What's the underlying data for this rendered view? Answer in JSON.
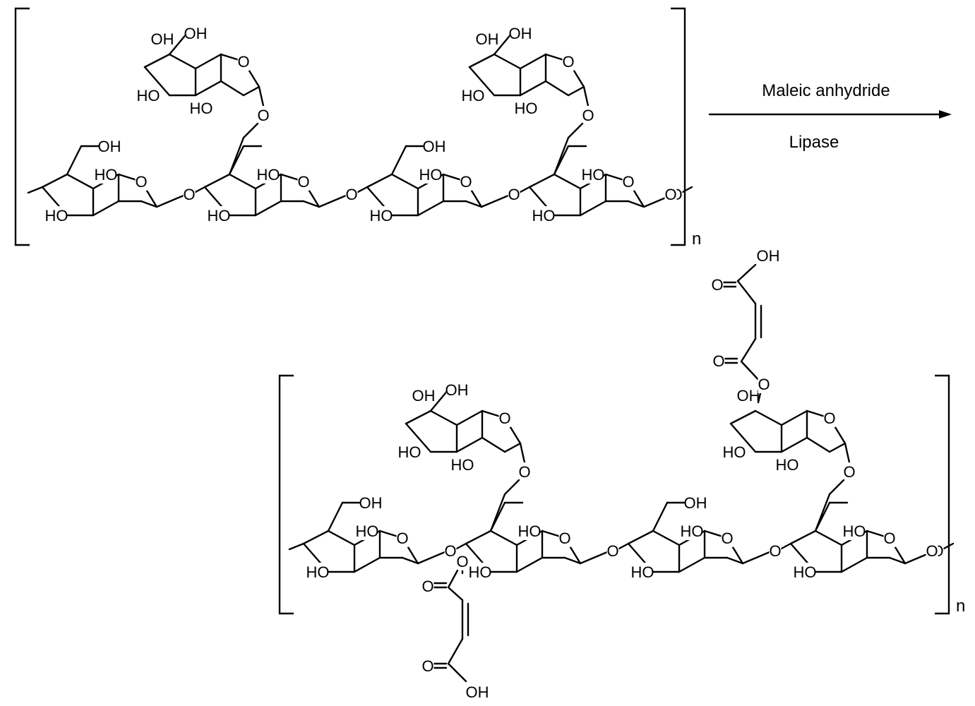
{
  "reaction": {
    "reagent_top": "Maleic anhydride",
    "reagent_bottom": "Lipase",
    "repeat_label": "n"
  },
  "atoms": {
    "hydroxyl": "OH",
    "hydroxyl_left": "HO",
    "oxygen": "O"
  }
}
